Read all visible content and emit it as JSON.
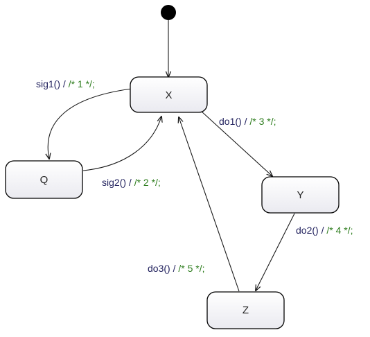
{
  "states": {
    "x": "X",
    "q": "Q",
    "y": "Y",
    "z": "Z"
  },
  "transitions": {
    "sig1": {
      "trigger": "sig1()",
      "separator": " / ",
      "action": "/* 1 */;"
    },
    "sig2": {
      "trigger": "sig2()",
      "separator": " / ",
      "action": "/* 2 */;"
    },
    "do1": {
      "trigger": "do1()",
      "separator": " / ",
      "action": "/* 3 */;"
    },
    "do2": {
      "trigger": "do2()",
      "separator": " / ",
      "action": "/* 4 */;"
    },
    "do3": {
      "trigger": "do3()",
      "separator": " / ",
      "action": "/* 5 */;"
    }
  },
  "colors": {
    "trigger_text": "#23235f",
    "action_text": "#2e7d1e",
    "state_fill_top": "#ffffff",
    "state_fill_bottom": "#eaeaf0",
    "outline": "#000000"
  }
}
